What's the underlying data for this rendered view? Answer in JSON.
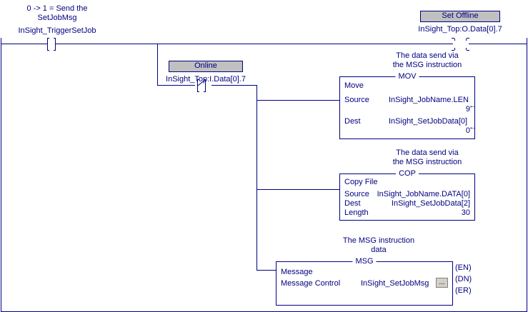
{
  "diagram": {
    "type": "ladder-logic-rung",
    "title_comments": [
      {
        "id": "trigger-comment",
        "lines": [
          "0 -> 1 = Send the",
          "SetJobMsg"
        ]
      },
      {
        "id": "set-offline-comment",
        "lines": [
          "The data send via",
          "the MSG instruction"
        ]
      },
      {
        "id": "cop-comment",
        "lines": [
          "The data send via",
          "the MSG instruction"
        ]
      },
      {
        "id": "msg-comment",
        "lines": [
          "The MSG instruction",
          "data"
        ]
      }
    ],
    "contacts": [
      {
        "name": "trigger-contact",
        "comment_lines": [
          "0 -> 1 = Send the",
          "SetJobMsg"
        ],
        "tag": "InSight_TriggerSetJob",
        "type": "XIC"
      },
      {
        "name": "online-contact",
        "header": "Online",
        "tag": "InSight_Top:I.Data[0].7",
        "type": "XIO"
      }
    ],
    "coils": [
      {
        "name": "set-offline-coil",
        "header": "Set Offline",
        "tag": "InSight_Top:O.Data[0].7",
        "type": "OTE"
      }
    ],
    "instructions": [
      {
        "name": "mov-instruction",
        "mnemonic": "MOV",
        "title": "Move",
        "rows": [
          {
            "label": "Source",
            "operand": "InSight_JobName.LEN",
            "value": "9"
          },
          {
            "label": "Dest",
            "operand": "InSight_SetJobData[0]",
            "value": "0"
          }
        ]
      },
      {
        "name": "cop-instruction",
        "mnemonic": "COP",
        "title": "Copy File",
        "rows": [
          {
            "label": "Source",
            "operand": "InSight_JobName.DATA[0]",
            "value": ""
          },
          {
            "label": "Dest",
            "operand": "InSight_SetJobData[2]",
            "value": ""
          },
          {
            "label": "Length",
            "operand": "",
            "value": "30"
          }
        ]
      },
      {
        "name": "msg-instruction",
        "mnemonic": "MSG",
        "title": "Message",
        "rows": [
          {
            "label": "Message Control",
            "operand": "InSight_SetJobMsg",
            "value": ""
          }
        ],
        "ellipsis_label": "...",
        "outputs": [
          "(EN)",
          "(DN)",
          "(ER)"
        ]
      }
    ],
    "colors": {
      "wire": "#000080",
      "text": "#000080",
      "tag_header_bg": "#c0c0c0",
      "background": "#ffffff",
      "button_face": "#d4d0c8"
    }
  }
}
